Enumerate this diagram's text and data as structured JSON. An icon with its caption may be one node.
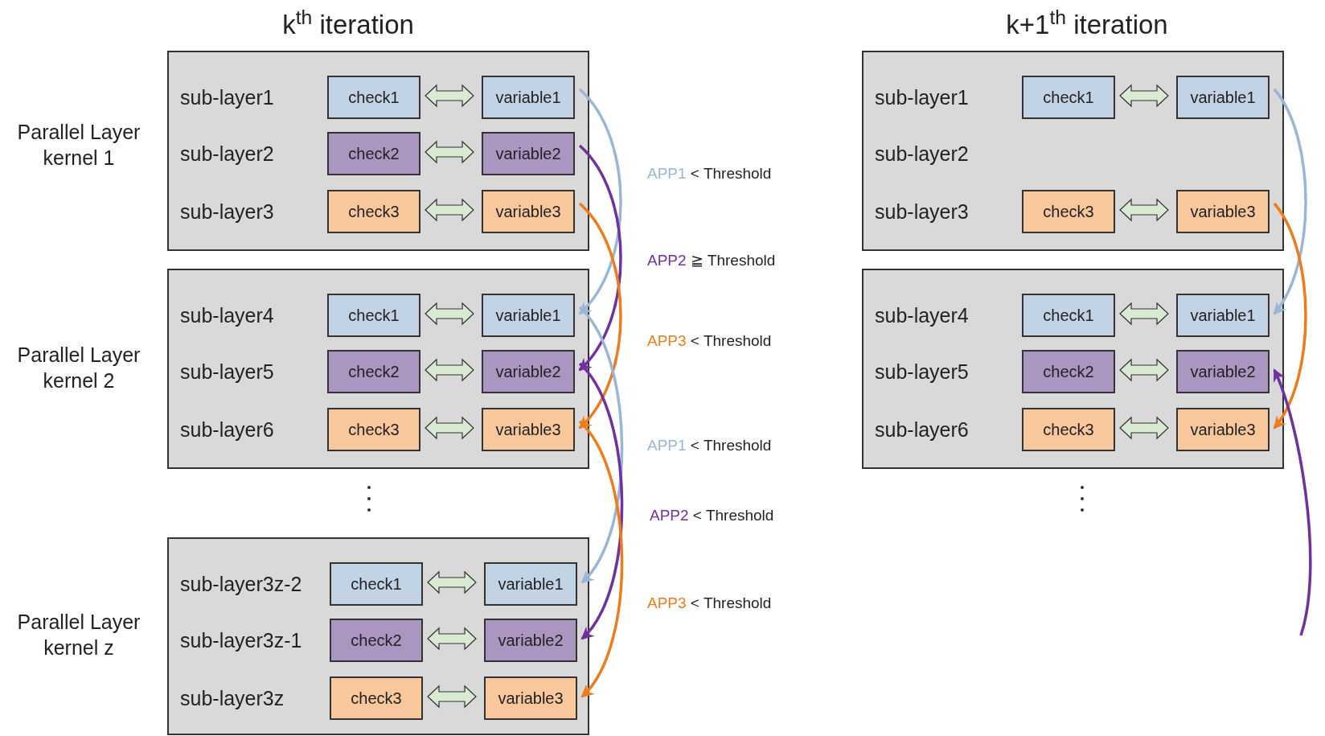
{
  "diagram": {
    "nodes": [
      {
        "text": [
          "sub-layer1",
          "sub-layer2",
          "sub-layer3"
        ],
        "beside": [
          "Parallel Layer kernel 1"
        ]
      },
      {
        "text": [
          "check1"
        ],
        "in": 0
      },
      {
        "text": [
          "variable1"
        ],
        "in": 0
      },
      {
        "text": [
          "check2"
        ],
        "in": 0
      },
      {
        "text": [
          "variable2"
        ],
        "in": 0
      },
      {
        "text": [
          "check3"
        ],
        "in": 0
      },
      {
        "text": [
          "variable3"
        ],
        "in": 0
      },
      {
        "text": [
          "sub-layer4",
          "sub-layer5",
          "sub-layer6"
        ],
        "beside": [
          "Parallel Layer kernel 2"
        ]
      },
      {
        "text": [
          "check1"
        ],
        "in": 7
      },
      {
        "text": [
          "variable1"
        ],
        "in": 7
      },
      {
        "text": [
          "check2"
        ],
        "in": 7
      },
      {
        "text": [
          "variable2"
        ],
        "in": 7
      },
      {
        "text": [
          "check3"
        ],
        "in": 7
      },
      {
        "text": [
          "variable3"
        ],
        "in": 7
      },
      {
        "text": [
          "sub-layer3z-2",
          "sub-layer3z-1",
          "sub-layer3z"
        ],
        "beside": [
          "Parallel Layer kernel z"
        ]
      },
      {
        "text": [
          "check1"
        ],
        "in": 14
      },
      {
        "text": [
          "variable1"
        ],
        "in": 14
      },
      {
        "text": [
          "check2"
        ],
        "in": 14
      },
      {
        "text": [
          "variable2"
        ],
        "in": 14
      },
      {
        "text": [
          "check3"
        ],
        "in": 14
      },
      {
        "text": [
          "variable3"
        ],
        "in": 14
      },
      {
        "text": [
          "sub-layer1",
          "sub-layer2",
          "sub-layer3"
        ]
      },
      {
        "text": [
          "check1"
        ],
        "in": 21
      },
      {
        "text": [
          "variable1"
        ],
        "in": 21
      },
      {
        "text": [
          "check3"
        ],
        "in": 21
      },
      {
        "text": [
          "variable3"
        ],
        "in": 21
      },
      {
        "text": [
          "sub-layer4",
          "sub-layer5",
          "sub-layer6"
        ]
      },
      {
        "text": [
          "check1"
        ],
        "in": 26
      },
      {
        "text": [
          "variable1"
        ],
        "in": 26
      },
      {
        "text": [
          "check2"
        ],
        "in": 26
      },
      {
        "text": [
          "variable2"
        ],
        "in": 26
      },
      {
        "text": [
          "check3"
        ],
        "in": 26
      },
      {
        "text": [
          "variable3"
        ],
        "in": 26
      }
    ],
    "edges": [
      {
        "from": 1,
        "to": 2,
        "arrow": "both",
        "style": "thick"
      },
      {
        "from": 3,
        "to": 4,
        "arrow": "both",
        "style": "thick"
      },
      {
        "from": 5,
        "to": 6,
        "arrow": "both",
        "style": "thick"
      },
      {
        "from": 8,
        "to": 9,
        "arrow": "both",
        "style": "thick"
      },
      {
        "from": 10,
        "to": 11,
        "arrow": "both",
        "style": "thick"
      },
      {
        "from": 12,
        "to": 13,
        "arrow": "both",
        "style": "thick"
      },
      {
        "from": 15,
        "to": 16,
        "arrow": "both",
        "style": "thick"
      },
      {
        "from": 17,
        "to": 18,
        "arrow": "both",
        "style": "thick"
      },
      {
        "from": 19,
        "to": 20,
        "arrow": "both",
        "style": "thick"
      },
      {
        "from": 22,
        "to": 23,
        "arrow": "both",
        "style": "thick"
      },
      {
        "from": 24,
        "to": 25,
        "arrow": "both",
        "style": "thick"
      },
      {
        "from": 27,
        "to": 28,
        "arrow": "both",
        "style": "thick"
      },
      {
        "from": 29,
        "to": 30,
        "arrow": "both",
        "style": "thick"
      },
      {
        "from": 31,
        "to": 32,
        "arrow": "both",
        "style": "thick"
      },
      {
        "from": 2,
        "to": 9,
        "arrow": "to",
        "color": "#9ab6d6",
        "label": "APP1 < Threshold"
      },
      {
        "from": 4,
        "to": 11,
        "arrow": "to",
        "color": "#7030a0",
        "label": "APP2 ≧ Threshold"
      },
      {
        "from": 6,
        "to": 13,
        "arrow": "to",
        "color": "#ef7b1a",
        "label": "APP3 < Threshold"
      },
      {
        "from": 9,
        "to": 16,
        "arrow": "to",
        "color": "#9ab6d6",
        "label": "APP1 < Threshold"
      },
      {
        "from": 11,
        "to": 18,
        "arrow": "to",
        "color": "#7030a0",
        "label": "APP2 < Threshold"
      },
      {
        "from": 13,
        "to": 20,
        "arrow": "to",
        "color": "#ef7b1a",
        "label": "APP3 < Threshold"
      },
      {
        "from": 23,
        "to": 28,
        "arrow": "to",
        "color": "#9ab6d6"
      },
      {
        "from": 25,
        "to": 32,
        "arrow": "to",
        "color": "#ef7b1a"
      },
      {
        "from": null,
        "to": 30,
        "arrow": "to",
        "color": "#7030a0"
      }
    ],
    "labels": [
      "k$^{th}$ iteration",
      "k+1$^{th}$ iteration"
    ]
  }
}
